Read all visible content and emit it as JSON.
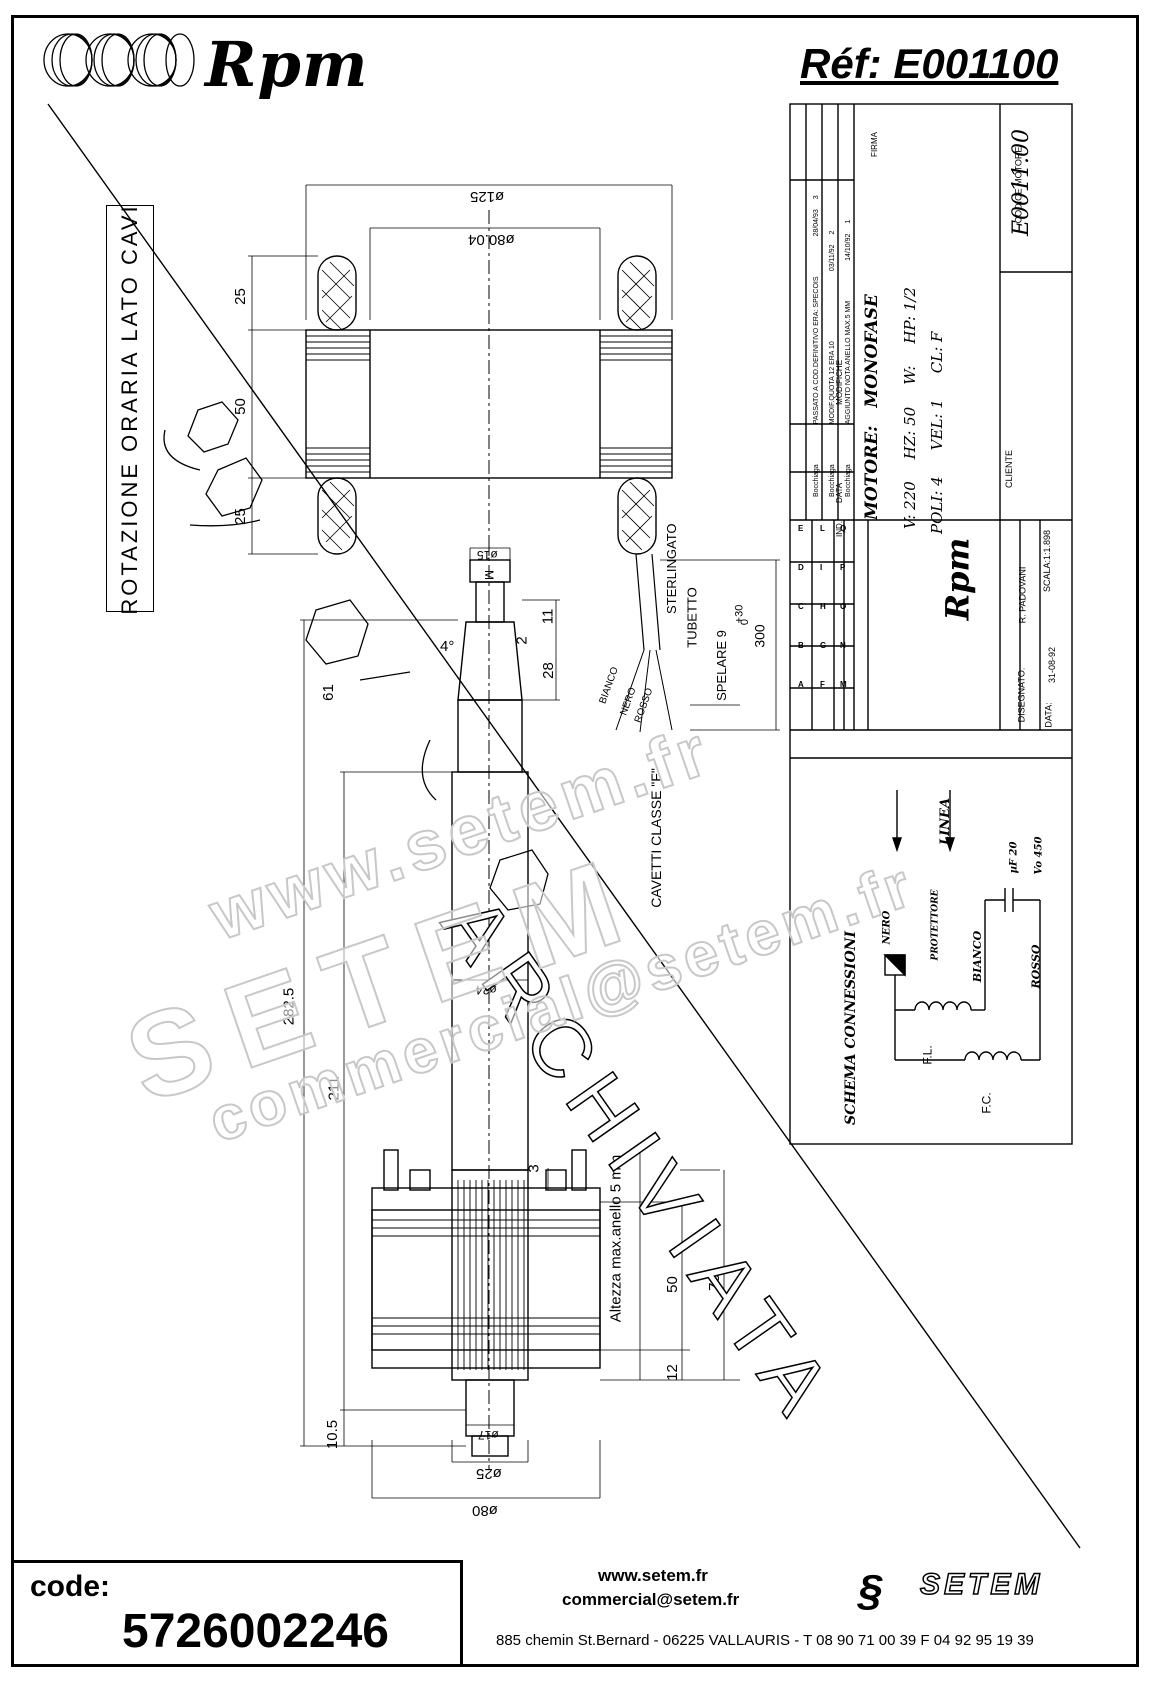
{
  "header": {
    "brand": "Rpm",
    "ref": "Réf:   E001100"
  },
  "drawing": {
    "rotation_label": "ROTAZIONE ORARIA LATO CAVI",
    "dimensions": {
      "d125": "ø125",
      "d80_04": "ø80.04",
      "d15": "ø15",
      "d24": "ø24",
      "d17": "ø17",
      "d25": "ø25",
      "d80": "ø80",
      "h25_top": "25",
      "h50_top": "50",
      "h25_bot": "25",
      "h11": "11",
      "h2": "2",
      "h28": "28",
      "h61": "61",
      "h282_5": "282.5",
      "h211": "211",
      "h3": "3",
      "h50": "50",
      "h73": "73",
      "h12": "12",
      "h10_5": "10.5",
      "angle": "4°",
      "flat": "M"
    },
    "notes": {
      "tubetto": "TUBETTO",
      "sterlingato": "STERLINGATO",
      "spelare": "SPELARE  9",
      "length": "300",
      "tol_plus": "+30",
      "tol_zero": "0",
      "cavetti": "CAVETTI CLASSE \"F\"",
      "altezza": "Altezza max.anello 5 mm",
      "wires": [
        "BIANCO",
        "NERO",
        "ROSSO"
      ],
      "archivia": "ARCHIVIATA"
    }
  },
  "title_block": {
    "revisions": [
      {
        "ind": "3",
        "date": "28/04/93",
        "desc": "PASSATO A COD.DEFINITIVO ERA: SPECOIS",
        "firma": "Bocchiaga"
      },
      {
        "ind": "2",
        "date": "03/11/92",
        "desc": "MODIF.QUOTA 12 ERA 10",
        "firma": "Bocchiaga"
      },
      {
        "ind": "1",
        "date": "14/10/92",
        "desc": "AGGIUNTO NOTA ANELLO MAX.5 MM",
        "firma": "Bocchiaga"
      }
    ],
    "rev_headers": {
      "ind": "IND.",
      "date": "DATA",
      "desc": "MODIFICHE",
      "firma": "FIRMA"
    },
    "motor": {
      "motore_label": "MOTORE:",
      "motore_value": "MONOFASE",
      "v": "V: 220",
      "hz": "HZ: 50",
      "w": "W:",
      "hp": "HP: 1/2",
      "poli": "POLI: 4",
      "vel": "VEL: 1",
      "cl": "CL: F"
    },
    "codice_label": "CODICE MOTORE",
    "codice_value": "E0011.00",
    "cliente_label": "CLIENTE",
    "letters": [
      "A",
      "B",
      "C",
      "D",
      "E",
      "F",
      "G",
      "H",
      "I",
      "L",
      "M",
      "N",
      "O",
      "P",
      "Q"
    ],
    "disegnato_label": "DISEGNATO:",
    "disegnato_value": "R. PADOVANI",
    "data_label": "DATA:",
    "data_value": "31-08-92",
    "scala": "SCALA:1:1.898",
    "logo": "Rpm"
  },
  "schema": {
    "title": "SCHEMA CONNESSIONI",
    "linea": "LINEA",
    "nero": "NERO",
    "protettore": "PROTETTORE",
    "bianco": "BIANCO",
    "rosso": "ROSSO",
    "fl": "F.L.",
    "fc": "F.C.",
    "uf": "µF 20",
    "vo": "Vo 450"
  },
  "watermark": {
    "line1": "www.setem.fr",
    "line2": "SETEM",
    "line3": "commercial@setem.fr"
  },
  "footer": {
    "code_label": "code:",
    "code_value": "5726002246",
    "url": "www.setem.fr",
    "email": "commercial@setem.fr",
    "address": "885 chemin St.Bernard  -  06225 VALLAURIS  -  T 08 90 71 00 39   F 04 92 95 19 39",
    "logo": "SETEM"
  }
}
